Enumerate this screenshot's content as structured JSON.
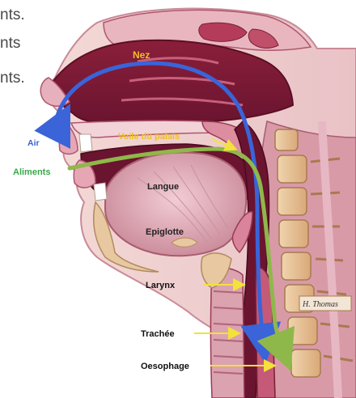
{
  "cut_text": [
    "nts.",
    "nts",
    "nts."
  ],
  "labels": {
    "nez": "Nez",
    "air": "Air",
    "voile": "Voile du palais",
    "aliments": "Aliments",
    "langue": "Langue",
    "epiglotte": "Epiglotte",
    "larynx": "Larynx",
    "trachee": "Trachée",
    "oesophage": "Oesophage",
    "signature": "H. Thomas"
  },
  "colors": {
    "air_path": "#3a64d8",
    "food_path": "#8fb84a",
    "pointer": "#f2e23a",
    "tissue_dark": "#7a1f38",
    "tissue_mid": "#b0566e",
    "tissue_light": "#e7b8c4",
    "label_yellow": "#f0c020",
    "label_blue": "#3b5fd0",
    "label_green": "#3aa84a",
    "bone": "#e8c8a0"
  }
}
